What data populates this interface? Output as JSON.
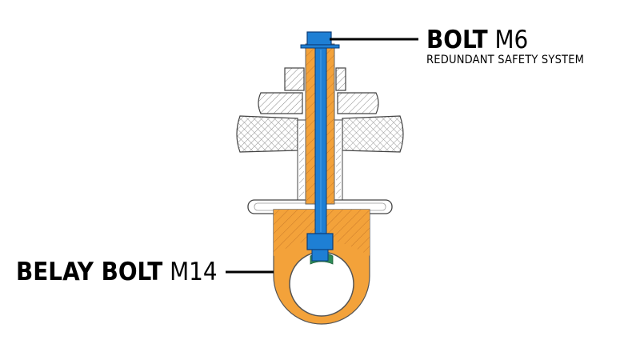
{
  "labels": {
    "bolt": {
      "name": "BOLT",
      "size": "M6",
      "subtitle": "REDUNDANT SAFETY SYSTEM"
    },
    "belay_bolt": {
      "name": "BELAY BOLT",
      "size": "M14"
    }
  },
  "colors": {
    "bolt_blue": "#1E7FD4",
    "bolt_outline": "#0A3C78",
    "belay_orange": "#F3A23A",
    "hatch_orange": "#D9822B",
    "outline": "#333333",
    "leader_line": "#000000",
    "washer_gray": "#9A9A9A",
    "insert_green": "#2E8B57"
  }
}
